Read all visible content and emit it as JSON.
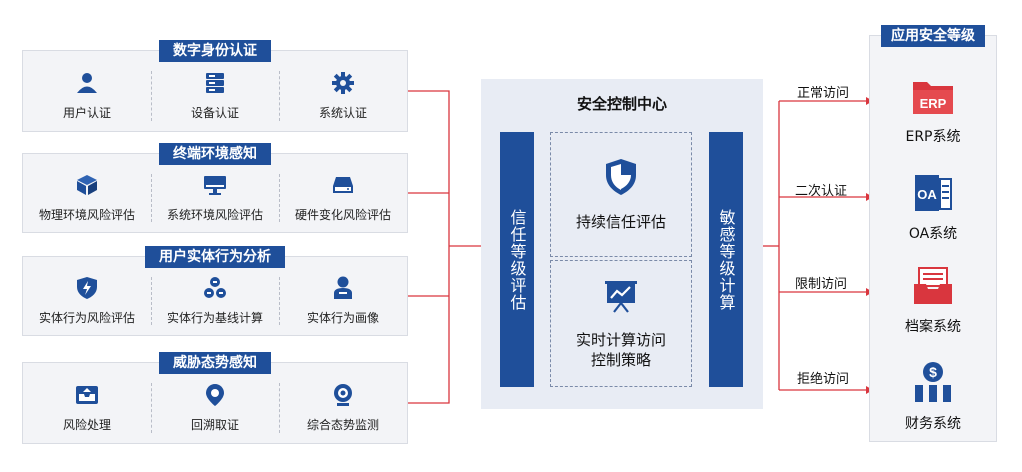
{
  "groups": [
    {
      "title": "数字身份认证",
      "items": [
        {
          "label": "用户认证",
          "icon": "user-icon"
        },
        {
          "label": "设备认证",
          "icon": "server-icon"
        },
        {
          "label": "系统认证",
          "icon": "gear-icon"
        }
      ]
    },
    {
      "title": "终端环境感知",
      "items": [
        {
          "label": "物理环境风险评估",
          "icon": "cube-icon"
        },
        {
          "label": "系统环境风险评估",
          "icon": "monitor-icon"
        },
        {
          "label": "硬件变化风险评估",
          "icon": "hard-drive-icon"
        }
      ]
    },
    {
      "title": "用户实体行为分析",
      "items": [
        {
          "label": "实体行为风险评估",
          "icon": "shield-bolt-icon"
        },
        {
          "label": "实体行为基线计算",
          "icon": "cluster-icon"
        },
        {
          "label": "实体行为画像",
          "icon": "person-profile-icon"
        }
      ]
    },
    {
      "title": "威胁态势感知",
      "items": [
        {
          "label": "风险处理",
          "icon": "inbox-icon"
        },
        {
          "label": "回溯取证",
          "icon": "location-pin-icon"
        },
        {
          "label": "综合态势监测",
          "icon": "webcam-icon"
        }
      ]
    }
  ],
  "center": {
    "title": "安全控制中心",
    "left_bar": "信任等级评估",
    "right_bar": "敏感等级计算",
    "box1_label": "持续信任评估",
    "box2_label_line1": "实时计算访问",
    "box2_label_line2": "控制策略"
  },
  "access": [
    "正常访问",
    "二次认证",
    "限制访问",
    "拒绝访问"
  ],
  "apps_panel": {
    "title": "应用安全等级",
    "apps": [
      {
        "label": "ERP系统",
        "icon": "erp-folder-icon",
        "icon_text": "ERP"
      },
      {
        "label": "OA系统",
        "icon": "oa-document-icon",
        "icon_text": "OA"
      },
      {
        "label": "档案系统",
        "icon": "archive-tray-icon"
      },
      {
        "label": "财务系统",
        "icon": "finance-dollar-icon"
      }
    ]
  },
  "colors": {
    "primary": "#1f4f9a",
    "accent": "#d9363e",
    "panel": "#e8ecf4",
    "box": "#f3f4f7"
  }
}
